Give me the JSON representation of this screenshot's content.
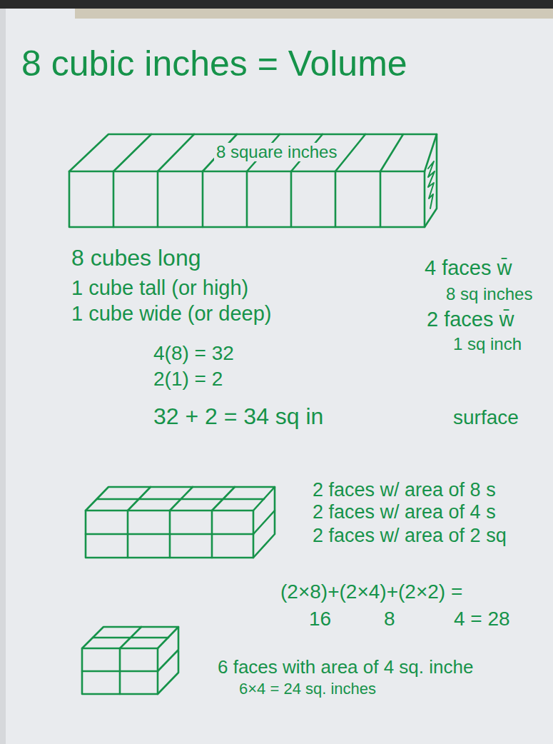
{
  "diagram": {
    "title": "8 cubic inches = Volume",
    "labels": [
      "8 square inches",
      "8 cubes long",
      "1 cube tall (or high)",
      "1 cube wide (or deep)",
      "4 faces w̄",
      "8 sq inches",
      "2 faces w̄",
      "1 sq inch",
      "4(8) = 32",
      "2(1) = 2",
      "32 + 2 = 34 sq in",
      "surface",
      "2 faces w/ area of 8 s",
      "2 faces w/ area of 4 s",
      "2 faces w/ area of 2 sq",
      "(2×8)+(2×4)+(2×2) =",
      "16",
      "8",
      "4 = 28",
      "6 faces with area of 4 sq. inche",
      "6×4 = 24 sq. inches"
    ]
  }
}
